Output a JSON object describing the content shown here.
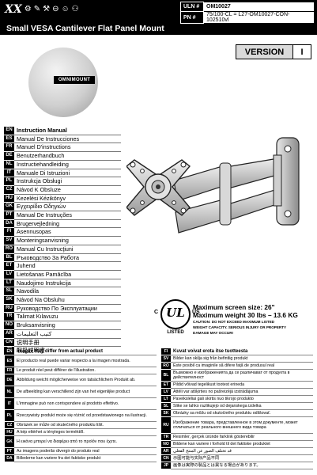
{
  "header": {
    "brand_mark": "XX",
    "title": "Small VESA Cantilever Flat Panel Mount",
    "uln_label": "ULN #",
    "uln_value": "OM10027",
    "pn_label": "PN #",
    "pn_value": "75/100-CL = L27-OM10027-CON-102510vl"
  },
  "version": {
    "label": "VERSION",
    "number": "I"
  },
  "logo": {
    "text": "OMNIMOUNT"
  },
  "manual_titles": [
    {
      "code": "EN",
      "text": "Instruction Manual"
    },
    {
      "code": "ES",
      "text": "Manual De Instrucciones"
    },
    {
      "code": "FR",
      "text": "Manuel D'instructions"
    },
    {
      "code": "DE",
      "text": "Benutzerhandbuch"
    },
    {
      "code": "NL",
      "text": "Instructiehandleiding"
    },
    {
      "code": "IT",
      "text": "Manuale Di Istruzioni"
    },
    {
      "code": "PL",
      "text": "Instrukcja Obsługi"
    },
    {
      "code": "CZ",
      "text": "Návod K Obsluze"
    },
    {
      "code": "HU",
      "text": "Kezelési Kézikönyv"
    },
    {
      "code": "GK",
      "text": "Εγχειρίδιο Οδηγιών"
    },
    {
      "code": "PT",
      "text": "Manual De Instruções"
    },
    {
      "code": "DA",
      "text": "Brugervejledning"
    },
    {
      "code": "FI",
      "text": "Asennusopas"
    },
    {
      "code": "SV",
      "text": "Monteringsanvisning"
    },
    {
      "code": "RO",
      "text": "Manual Cu Instrucţiuni"
    },
    {
      "code": "BL",
      "text": "Ръководство За Работа"
    },
    {
      "code": "ET",
      "text": "Juhend"
    },
    {
      "code": "LV",
      "text": "Lietošanas Pamācība"
    },
    {
      "code": "LT",
      "text": "Naudojimo Instrukcija"
    },
    {
      "code": "SL",
      "text": "Navodila"
    },
    {
      "code": "SK",
      "text": "Návod Na Obsluhu"
    },
    {
      "code": "RU",
      "text": "Руководство По Эксплуатации"
    },
    {
      "code": "TR",
      "text": "Talimat Kılavuzu"
    },
    {
      "code": "NO",
      "text": "Bruksanvisning"
    },
    {
      "code": "AR",
      "text": "كتيب التعليمات"
    },
    {
      "code": "CN",
      "text": "说明手册"
    },
    {
      "code": "JP",
      "text": "取扱説明書"
    }
  ],
  "specs": {
    "screen_size": "Maximum screen size: 26\"",
    "weight": "Maximum weight  30 lbs – 13.6 KG",
    "caution1": "CAUTION:  DO NOT EXCEED MAXIMUM LISTED",
    "caution2": "WEIGHT CAPACITY. SERIOUS INJURY OR PROPERTY",
    "caution3": "DAMAGE MAY OCCUR!"
  },
  "ul": {
    "mark": "UL",
    "c": "C",
    "us": "US",
    "listed": "LISTED"
  },
  "disclaimers_left": [
    {
      "code": "EN",
      "text": "Images may differ from actual product"
    },
    {
      "code": "ES",
      "text": "El producto real puede variar respecto a la imagen mostrada."
    },
    {
      "code": "FR",
      "text": "Le produit réel peut différer de l'illustration."
    },
    {
      "code": "DE",
      "text": "Abbildung weicht möglicherweise von tatsächlichem Produkt ab."
    },
    {
      "code": "NL",
      "text": "De afbeelding kan verschillend zijn van het eigenlijke product"
    },
    {
      "code": "IT",
      "text": "L'immagine può non corrispondere al prodotto effettivo."
    },
    {
      "code": "PL",
      "text": "Rzeczywisty produkt może się różnić od przedstawionego na ilustracji."
    },
    {
      "code": "CZ",
      "text": "Obrázek se může od skutečného produktu lišit."
    },
    {
      "code": "HU",
      "text": "A kép eltérhet a tényleges terméktől."
    },
    {
      "code": "GK",
      "text": "Η εικόνα μπορεί να διαφέρει από το προϊόν που έχετε."
    },
    {
      "code": "PT",
      "text": "As imagens poderão divergir do produto real"
    },
    {
      "code": "DA",
      "text": "Billederne kan variere fra det faktiske produkt"
    }
  ],
  "disclaimers_right": [
    {
      "code": "FI",
      "text": "Kuvat voivat erota itse tuotteesta"
    },
    {
      "code": "SV",
      "text": "Bilder kan skilja sig från befintlig produkt"
    },
    {
      "code": "RO",
      "text": "Este posibil ca imaginile să difere față de produsul real"
    },
    {
      "code": "BL",
      "text": "Възможно е изображенията да се различават от продукта в действителност"
    },
    {
      "code": "ET",
      "text": "Pildid võivad tegelikust tootest erineda"
    },
    {
      "code": "LV",
      "text": "Attēli var atšķirties no pašreizējā izstrādājuma"
    },
    {
      "code": "LT",
      "text": "Paveikslėliai gali skirtis nuo tikrojo produkto"
    },
    {
      "code": "SL",
      "text": "Slike se lahko razlikujejo od dejanskega izdelka"
    },
    {
      "code": "SK",
      "text": "Obrázky sa môžu od skutočného produktu odlišovať."
    },
    {
      "code": "RU",
      "text": "Изображение товара, представленное в этом документе, может отличаться от реального внешнего вида товара"
    },
    {
      "code": "TR",
      "text": "Resimler, gerçek üründe farklılık gösterebilir"
    },
    {
      "code": "NO",
      "text": "Bildene kan variere i forhold til det faktiske produktet"
    },
    {
      "code": "AR",
      "text": "قد تختلف الصور عن المنتج الفعلي"
    },
    {
      "code": "CN",
      "text": "示图可能与实际产品不同"
    },
    {
      "code": "JP",
      "text": "画像は実際の製品とは異なる場合があります。"
    }
  ],
  "colors": {
    "header_bg": "#000000",
    "version_bg": "#dadada"
  }
}
